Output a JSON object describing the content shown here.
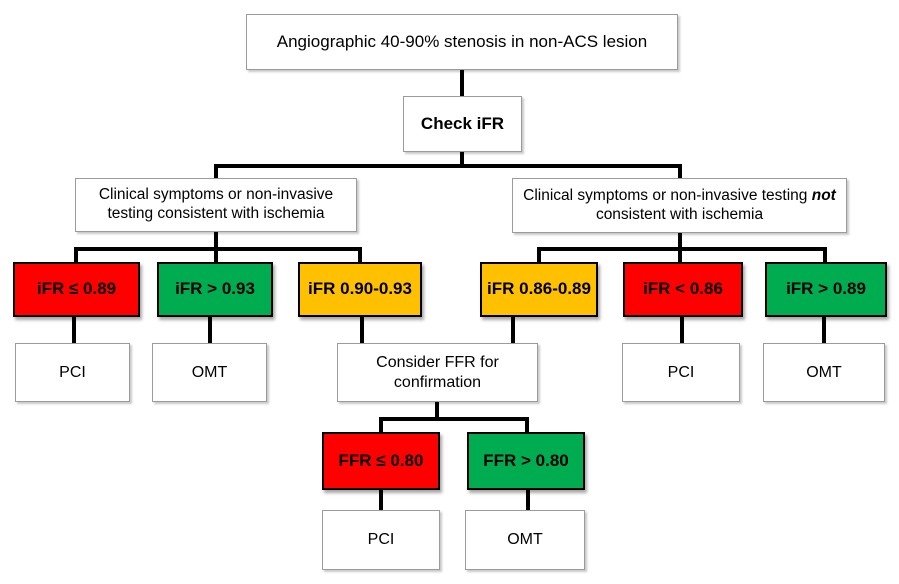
{
  "colors": {
    "red": "#FE0000",
    "green": "#00AC50",
    "amber": "#FFC000",
    "box_fill_white": "#FFFFFF",
    "connector_black": "#000000",
    "box_border_gray": "#9B9B9B"
  },
  "nodes": {
    "root": "Angiographic 40-90% stenosis in non-ACS lesion",
    "check_ifr": "Check iFR",
    "left_branch": "Clinical symptoms or non-invasive testing consistent with ischemia",
    "right_branch_part1": "Clinical symptoms or non-invasive testing ",
    "right_branch_emphasis": "not",
    "right_branch_part2": " consistent with ischemia",
    "ifr_le_089": "iFR ≤ 0.89",
    "ifr_gt_093": "iFR > 0.93",
    "ifr_090_093": "iFR 0.90-0.93",
    "ifr_086_089": "iFR 0.86-0.89",
    "ifr_lt_086": "iFR < 0.86",
    "ifr_gt_089": "iFR > 0.89",
    "pci_left": "PCI",
    "omt_left": "OMT",
    "consider_ffr": "Consider FFR for confirmation",
    "pci_right": "PCI",
    "omt_right": "OMT",
    "ffr_le_080": "FFR ≤ 0.80",
    "ffr_gt_080": "FFR > 0.80",
    "pci_bottom": "PCI",
    "omt_bottom": "OMT"
  }
}
